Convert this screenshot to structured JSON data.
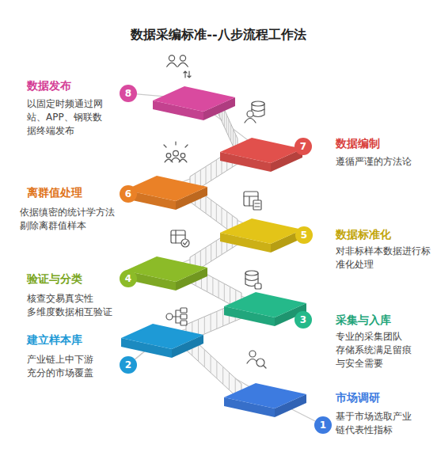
{
  "diagram": {
    "title": "数据采编标准--八步流程工作法",
    "nodes": [
      {
        "text": [
          "1",
          "市场调研",
          "基于市场选取产业 链代表性指标"
        ]
      },
      {
        "text": [
          "2",
          "建立样本库",
          "产业链上中下游 充分的市场覆盖"
        ]
      },
      {
        "text": [
          "3",
          "采集与入库",
          "专业的采集团队 存储系统满足留痕 与安全需要"
        ]
      },
      {
        "text": [
          "4",
          "验证与分类",
          "核查交易真实性 多维度数据相互验证"
        ]
      },
      {
        "text": [
          "5",
          "数据标准化",
          "对非标样本数据进行标 准化处理"
        ]
      },
      {
        "text": [
          "6",
          "离群值处理",
          "依据缜密的统计学方法 剔除离群值样本"
        ]
      },
      {
        "text": [
          "7",
          "数据编制",
          "遵循严谨的方法论"
        ]
      },
      {
        "text": [
          "8",
          "数据发布",
          "以固定时频通过网 站、APP、钢联数 据终端发布"
        ]
      }
    ],
    "edges": [
      {
        "from": 0,
        "to": 1,
        "arrow": "none"
      },
      {
        "from": 1,
        "to": 2,
        "arrow": "none"
      },
      {
        "from": 2,
        "to": 3,
        "arrow": "none"
      },
      {
        "from": 3,
        "to": 4,
        "arrow": "none"
      },
      {
        "from": 4,
        "to": 5,
        "arrow": "none"
      },
      {
        "from": 5,
        "to": 6,
        "arrow": "none"
      },
      {
        "from": 6,
        "to": 7,
        "arrow": "none"
      }
    ]
  }
}
